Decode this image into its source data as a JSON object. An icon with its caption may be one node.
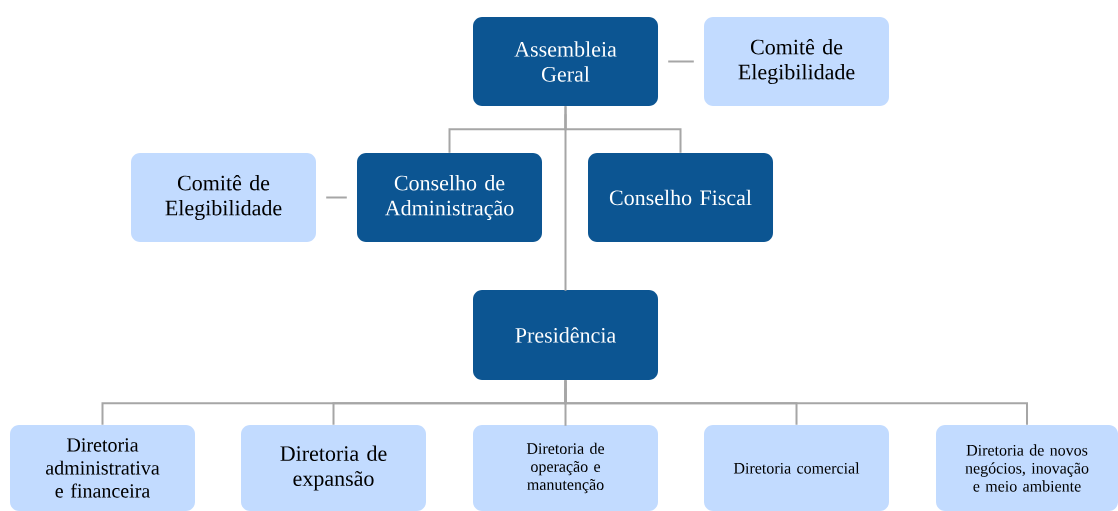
{
  "diagram": {
    "nodes": [
      {
        "text": [
          "Assembleia Geral"
        ]
      },
      {
        "text": [
          "Comitê de Elegibilidade"
        ]
      },
      {
        "text": [
          "Comitê de Elegibilidade"
        ]
      },
      {
        "text": [
          "Conselho de Administração"
        ]
      },
      {
        "text": [
          "Conselho Fiscal"
        ]
      },
      {
        "text": [
          "Presidência"
        ]
      },
      {
        "text": [
          "Diretoria administrativa e financeira"
        ]
      },
      {
        "text": [
          "Diretoria de expansão"
        ]
      },
      {
        "text": [
          "Diretoria de operação e manutenção"
        ]
      },
      {
        "text": [
          "Diretoria comercial"
        ]
      },
      {
        "text": [
          "Diretoria de novos negócios, inovação e meio ambiente"
        ]
      }
    ],
    "edges": [
      {
        "from": 0,
        "to": 1,
        "arrow": "none"
      },
      {
        "from": 2,
        "to": 3,
        "arrow": "none"
      },
      {
        "from": 0,
        "to": 3,
        "arrow": "none"
      },
      {
        "from": 0,
        "to": 4,
        "arrow": "none"
      },
      {
        "from": 0,
        "to": 5,
        "arrow": "none"
      },
      {
        "from": 5,
        "to": 6,
        "arrow": "none"
      },
      {
        "from": 5,
        "to": 7,
        "arrow": "none"
      },
      {
        "from": 5,
        "to": 8,
        "arrow": "none"
      },
      {
        "from": 5,
        "to": 9,
        "arrow": "none"
      },
      {
        "from": 5,
        "to": 10,
        "arrow": "none"
      }
    ]
  }
}
